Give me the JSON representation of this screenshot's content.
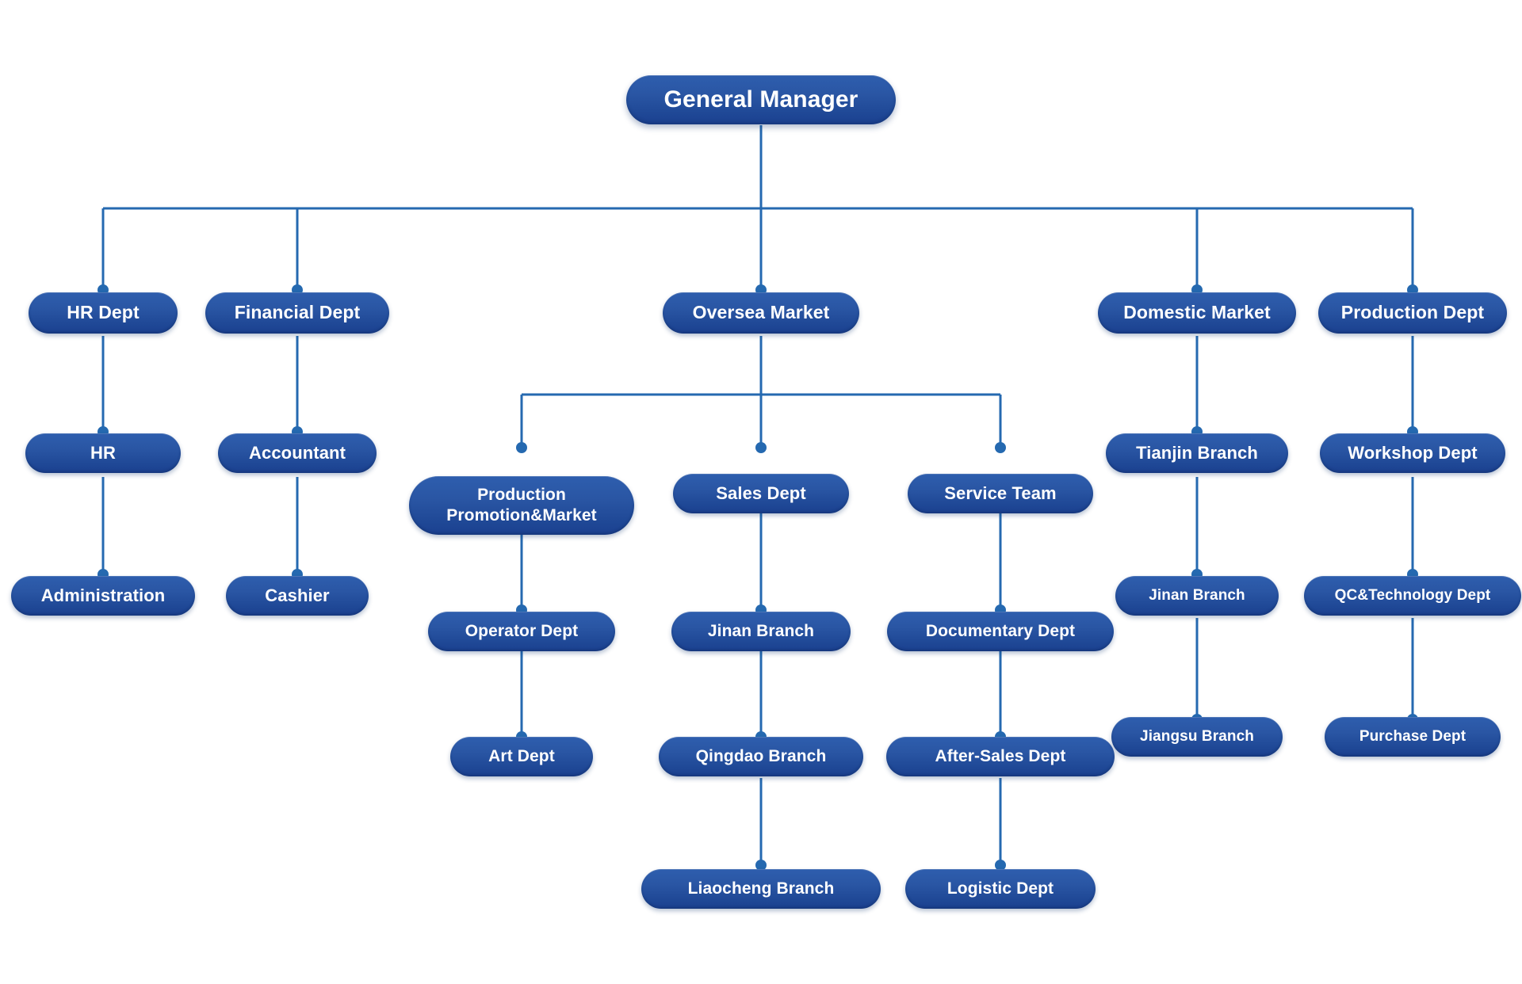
{
  "chart_data": {
    "type": "diagram",
    "title": "Company Organization Chart",
    "diagram_kind": "organization-tree",
    "orientation": "top-down",
    "colors": {
      "node_fill_top": "#2e5eae",
      "node_fill_bottom": "#1b4090",
      "node_text": "#ffffff",
      "connector": "#2569b0",
      "background": "#ffffff"
    },
    "levels": 7
  },
  "nodes": {
    "general_manager": "General Manager",
    "hr_dept": "HR Dept",
    "hr": "HR",
    "administration": "Administration",
    "financial_dept": "Financial Dept",
    "accountant": "Accountant",
    "cashier": "Cashier",
    "oversea_market": "Oversea Market",
    "production_promotion_line1": "Production",
    "production_promotion_line2": "Promotion&Market",
    "operator_dept": "Operator Dept",
    "art_dept": "Art Dept",
    "sales_dept": "Sales Dept",
    "jinan_branch_sales": "Jinan Branch",
    "qingdao_branch": "Qingdao Branch",
    "liaocheng_branch": "Liaocheng Branch",
    "service_team": "Service Team",
    "documentary_dept": "Documentary Dept",
    "after_sales_dept": "After-Sales Dept",
    "logistic_dept": "Logistic Dept",
    "domestic_market": "Domestic Market",
    "tianjin_branch": "Tianjin Branch",
    "jinan_branch_domestic": "Jinan Branch",
    "jiangsu_branch": "Jiangsu Branch",
    "production_dept": "Production Dept",
    "workshop_dept": "Workshop Dept",
    "qc_technology_dept": "QC&Technology Dept",
    "purchase_dept": "Purchase Dept"
  },
  "hierarchy": [
    {
      "label": "General Manager",
      "children": [
        {
          "label": "HR Dept",
          "children": [
            {
              "label": "HR",
              "children": [
                {
                  "label": "Administration",
                  "children": []
                }
              ]
            }
          ]
        },
        {
          "label": "Financial Dept",
          "children": [
            {
              "label": "Accountant",
              "children": [
                {
                  "label": "Cashier",
                  "children": []
                }
              ]
            }
          ]
        },
        {
          "label": "Oversea Market",
          "children": [
            {
              "label": "Production Promotion&Market",
              "children": [
                {
                  "label": "Operator Dept",
                  "children": [
                    {
                      "label": "Art Dept",
                      "children": []
                    }
                  ]
                }
              ]
            },
            {
              "label": "Sales Dept",
              "children": [
                {
                  "label": "Jinan Branch",
                  "children": [
                    {
                      "label": "Qingdao Branch",
                      "children": [
                        {
                          "label": "Liaocheng Branch",
                          "children": []
                        }
                      ]
                    }
                  ]
                }
              ]
            },
            {
              "label": "Service Team",
              "children": [
                {
                  "label": "Documentary Dept",
                  "children": [
                    {
                      "label": "After-Sales Dept",
                      "children": [
                        {
                          "label": "Logistic Dept",
                          "children": []
                        }
                      ]
                    }
                  ]
                }
              ]
            }
          ]
        },
        {
          "label": "Domestic Market",
          "children": [
            {
              "label": "Tianjin Branch",
              "children": [
                {
                  "label": "Jinan Branch",
                  "children": [
                    {
                      "label": "Jiangsu Branch",
                      "children": []
                    }
                  ]
                }
              ]
            }
          ]
        },
        {
          "label": "Production Dept",
          "children": [
            {
              "label": "Workshop Dept",
              "children": [
                {
                  "label": "QC&Technology Dept",
                  "children": [
                    {
                      "label": "Purchase Dept",
                      "children": []
                    }
                  ]
                }
              ]
            }
          ]
        }
      ]
    }
  ]
}
